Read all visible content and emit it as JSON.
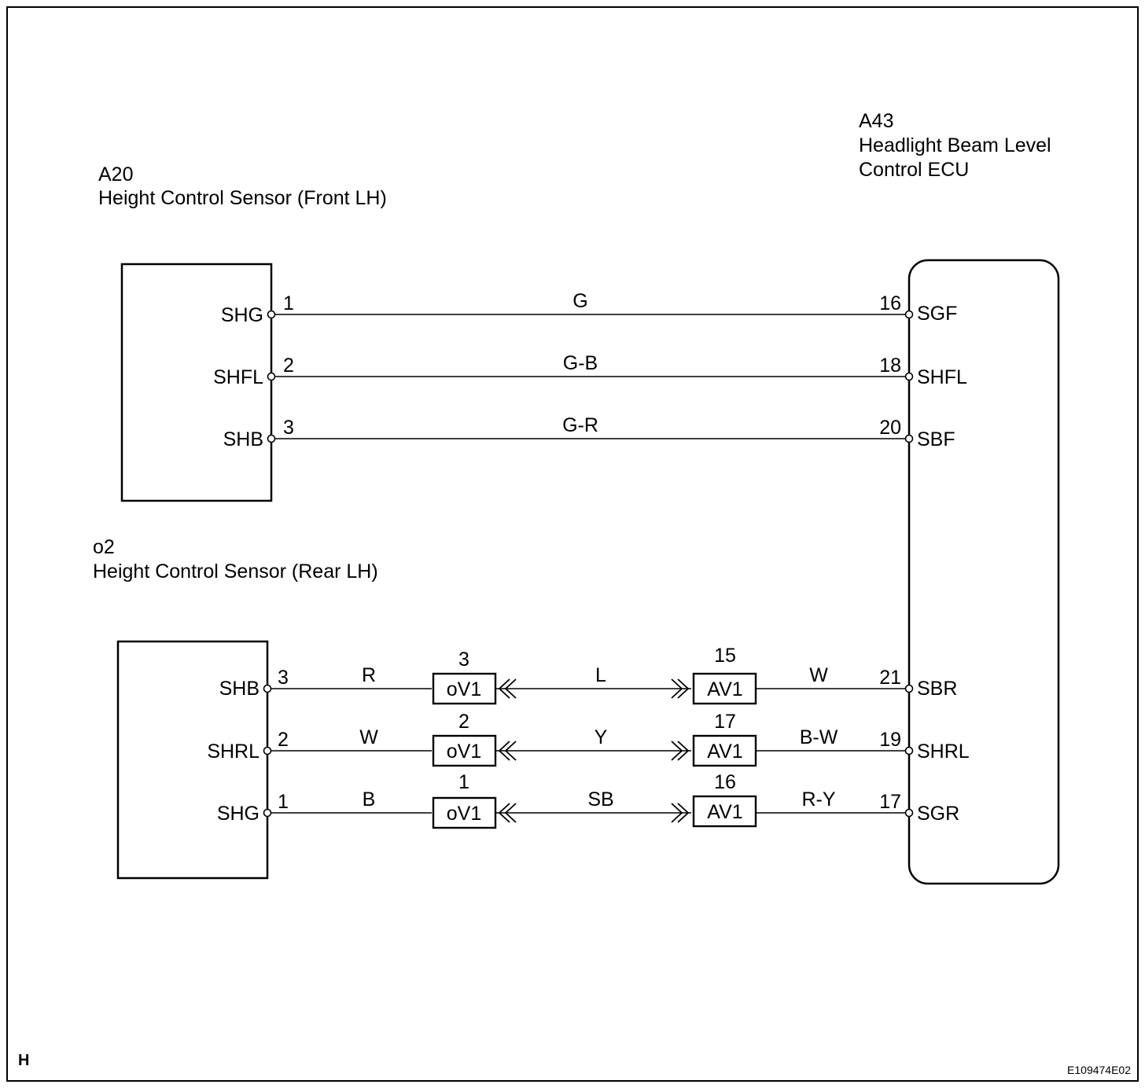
{
  "components": {
    "a20": {
      "code": "A20",
      "name": "Height Control Sensor (Front LH)"
    },
    "o2": {
      "code": "o2",
      "name": "Height Control Sensor (Rear LH)"
    },
    "a43": {
      "code": "A43",
      "name_line1": "Headlight Beam Level",
      "name_line2": "Control ECU"
    }
  },
  "front_wires": [
    {
      "left_pin_name": "SHG",
      "left_pin": "1",
      "color": "G",
      "right_pin": "16",
      "right_pin_name": "SGF"
    },
    {
      "left_pin_name": "SHFL",
      "left_pin": "2",
      "color": "G-B",
      "right_pin": "18",
      "right_pin_name": "SHFL"
    },
    {
      "left_pin_name": "SHB",
      "left_pin": "3",
      "color": "G-R",
      "right_pin": "20",
      "right_pin_name": "SBF"
    }
  ],
  "rear_wires": [
    {
      "left_pin_name": "SHB",
      "left_pin": "3",
      "color1": "R",
      "conn1_pin": "3",
      "conn1": "oV1",
      "color2": "L",
      "conn2_pin": "15",
      "conn2": "AV1",
      "color3": "W",
      "right_pin": "21",
      "right_pin_name": "SBR"
    },
    {
      "left_pin_name": "SHRL",
      "left_pin": "2",
      "color1": "W",
      "conn1_pin": "2",
      "conn1": "oV1",
      "color2": "Y",
      "conn2_pin": "17",
      "conn2": "AV1",
      "color3": "B-W",
      "right_pin": "19",
      "right_pin_name": "SHRL"
    },
    {
      "left_pin_name": "SHG",
      "left_pin": "1",
      "color1": "B",
      "conn1_pin": "1",
      "conn1": "oV1",
      "color2": "SB",
      "conn2_pin": "16",
      "conn2": "AV1",
      "color3": "R-Y",
      "right_pin": "17",
      "right_pin_name": "SGR"
    }
  ],
  "footer": {
    "corner_mark": "H",
    "figure_id": "E109474E02"
  }
}
